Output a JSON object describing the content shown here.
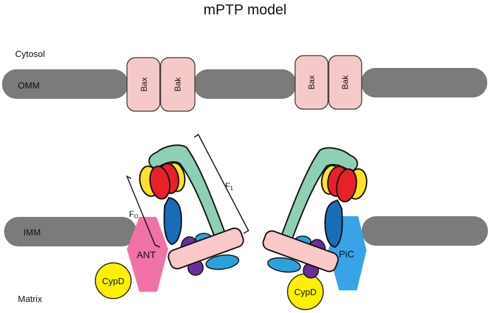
{
  "title": "mPTP model",
  "regions": {
    "cytosol": "Cytosol",
    "matrix": "Matrix"
  },
  "membranes": {
    "outer": "OMM",
    "inner": "IMM"
  },
  "proteins": {
    "bax_left": "Bax",
    "bak_left": "Bak",
    "bax_right": "Bax",
    "bak_right": "Bak",
    "ant": "ANT",
    "pic": "PiC",
    "cypd_left": "CypD",
    "cypd_right": "CypD"
  },
  "atp_synthase": {
    "f0_label": "F",
    "f0_sub": "O",
    "f1_label": "F",
    "f1_sub": "1"
  },
  "colors": {
    "membrane": "#7b7b7b",
    "bax_bak": "#f6c9c9",
    "ant": "#f072a6",
    "pic": "#3aa3e8",
    "cypd": "#ffef00",
    "peripheral_stalk": "#8fcfb4",
    "alpha_subunit": "#ffe22a",
    "beta_subunit": "#e8202a",
    "central_stalk": "#1a6bb8",
    "c_ring": "#fac8c8",
    "stator_purple": "#6a2e9a",
    "stator_blue": "#2aa2da"
  }
}
